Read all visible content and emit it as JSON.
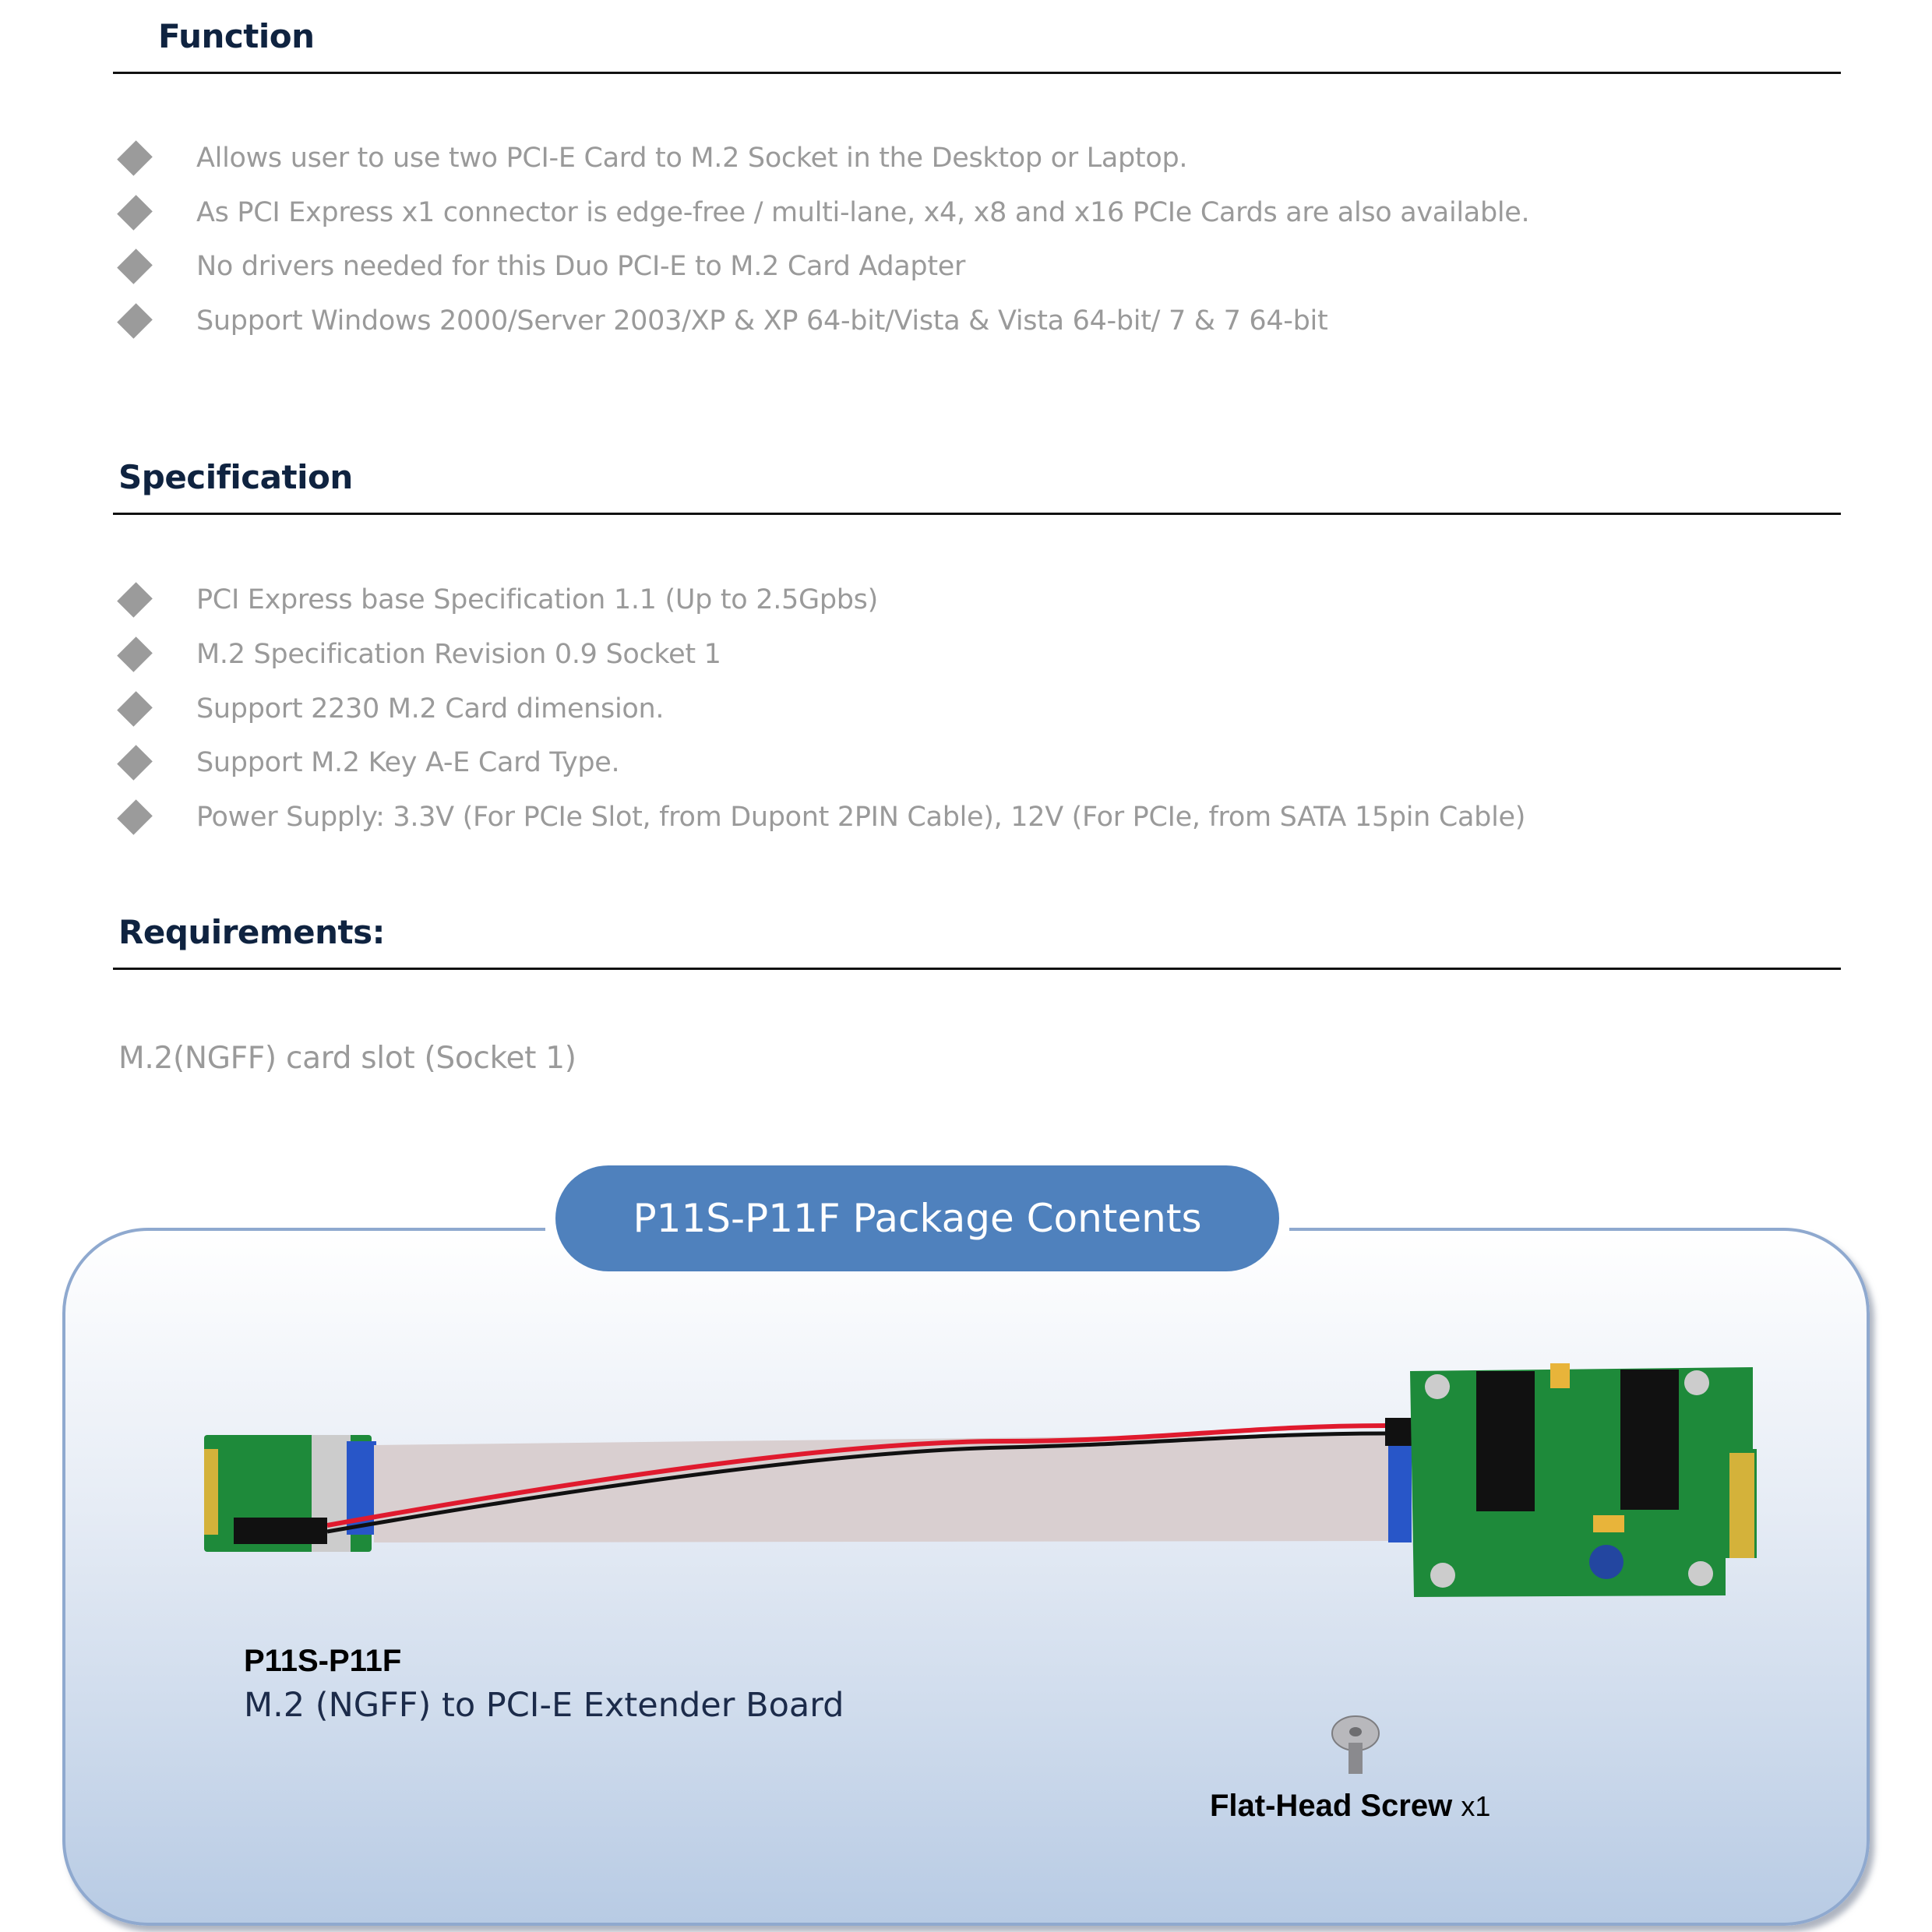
{
  "sections": {
    "function": {
      "title": "Function",
      "items": [
        "Allows user to use two PCI-E Card to M.2 Socket in the Desktop or Laptop.",
        "As PCI Express x1 connector is edge-free / multi-lane, x4, x8 and x16 PCIe Cards are also available.",
        "No drivers needed for this Duo PCI-E to M.2 Card Adapter",
        "Support Windows 2000/Server 2003/XP & XP 64-bit/Vista & Vista 64-bit/ 7 & 7 64-bit"
      ]
    },
    "specification": {
      "title": "Specification",
      "items": [
        "PCI Express base Specification 1.1 (Up to 2.5Gpbs)",
        "M.2 Specification Revision 0.9 Socket 1",
        "Support 2230 M.2 Card dimension.",
        "Support M.2 Key A-E Card Type.",
        "Power Supply: 3.3V (For PCIe Slot, from Dupont 2PIN Cable), 12V (For PCIe, from SATA 15pin Cable)"
      ]
    },
    "requirements": {
      "title": "Requirements:",
      "text": "M.2(NGFF) card slot (Socket 1)"
    }
  },
  "package": {
    "title": "P11S-P11F Package Contents",
    "product_name": "P11S-P11F",
    "product_desc": "M.2 (NGFF) to PCI-E Extender Board",
    "screw_label": "Flat-Head Screw",
    "screw_qty": "x1"
  },
  "colors": {
    "heading": "#0f2340",
    "bullet_text": "#9a9a9a",
    "pill": "#4f81bd",
    "panel_border": "#8fa9cf"
  }
}
